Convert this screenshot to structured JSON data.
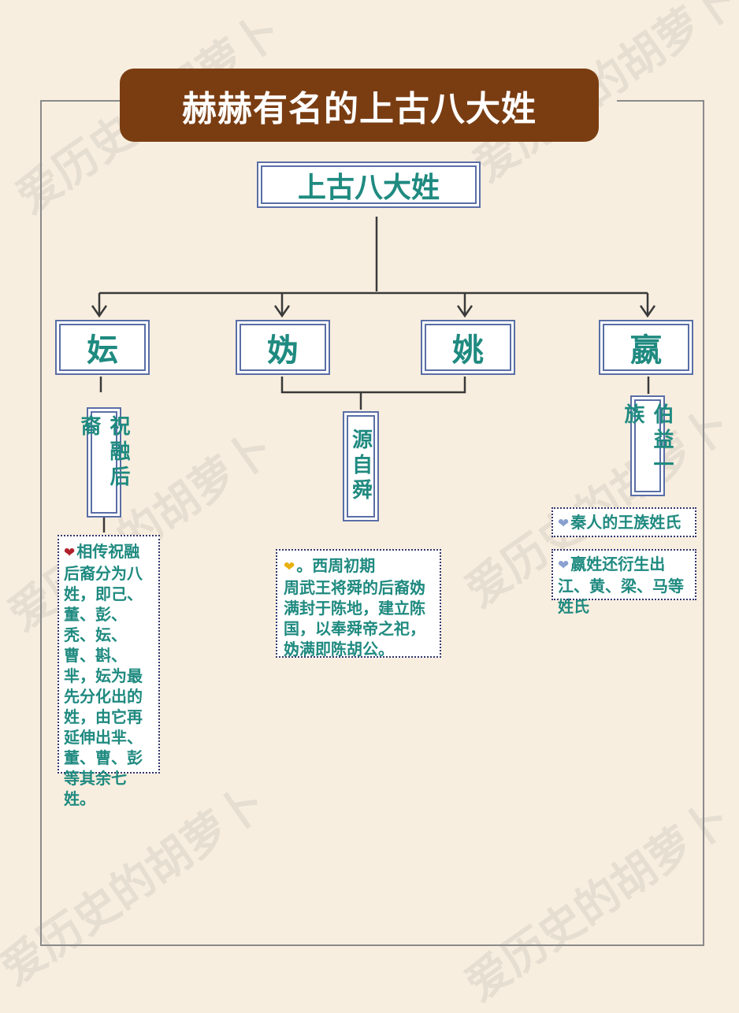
{
  "banner_title": "赫赫有名的上古八大姓",
  "main_node": "上古八大姓",
  "watermark": "爱历史的胡萝卜",
  "surnames": [
    {
      "name": "妘"
    },
    {
      "name": "妫"
    },
    {
      "name": "姚"
    },
    {
      "name": "嬴"
    }
  ],
  "origins": {
    "yun": "祝融后裔",
    "guiyao": "源自舜",
    "ying": "伯益一族"
  },
  "notes": {
    "yun": {
      "heart": "❤",
      "heart_color": "#b0202a",
      "text": "相传祝融后裔分为八姓，即己、董、彭、秃、妘、曹、斟、芈，妘为最先分化出的姓，由它再延伸出芈、董、曹、彭等其余七姓。"
    },
    "gui": {
      "heart": "❤",
      "heart_color": "#e8b010",
      "text_first": "。西周初期",
      "text": "周武王将舜的后裔妫满封于陈地，建立陈国，以奉舜帝之祀，妫满即陈胡公。"
    },
    "ying1": {
      "heart": "❤",
      "heart_color": "#8aa0d0",
      "text": "秦人的王族姓氏"
    },
    "ying2": {
      "heart": "❤",
      "heart_color": "#8aa0d0",
      "text": "嬴姓还衍生出江、黄、梁、马等姓氏"
    }
  },
  "colors": {
    "banner_bg": "#7a3d12",
    "node_text": "#1f8a80",
    "node_border": "#5a6ea6",
    "background": "#f8eedf"
  }
}
